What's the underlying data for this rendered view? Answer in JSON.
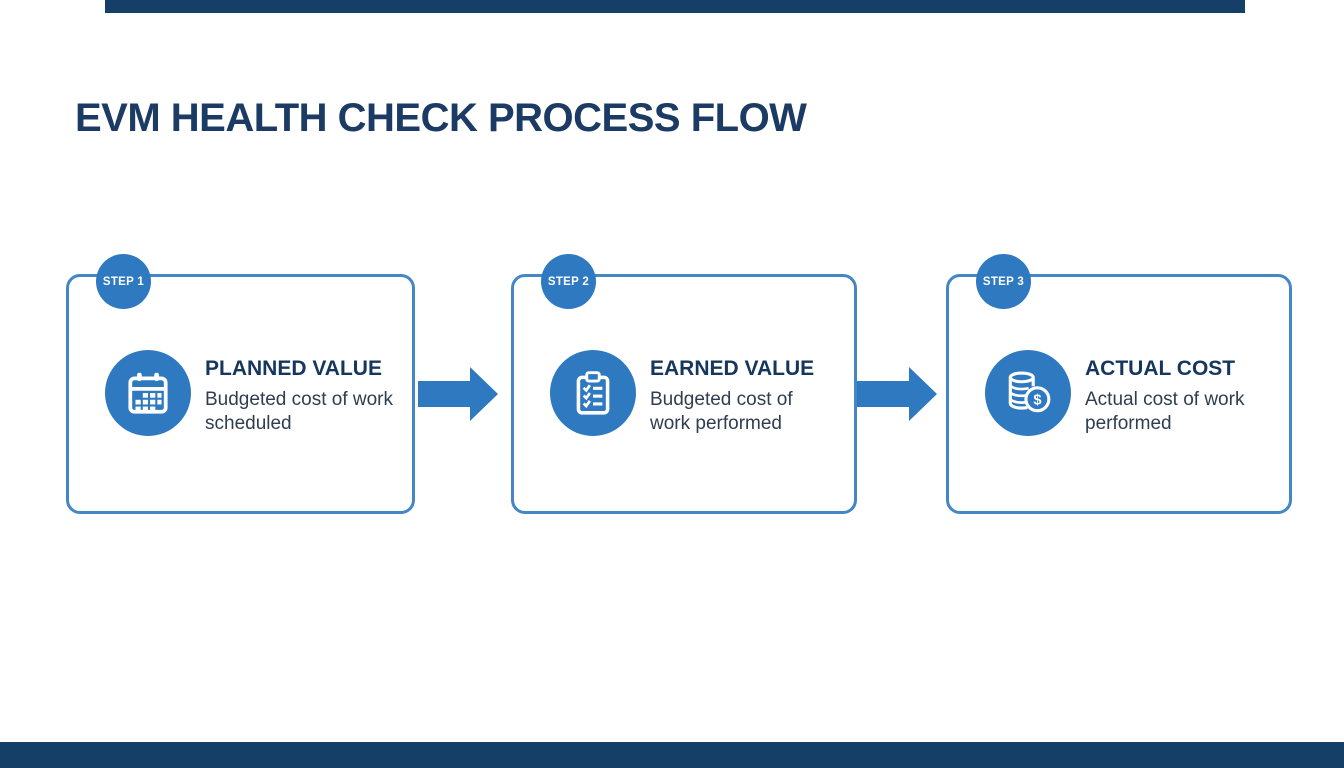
{
  "page": {
    "title": "EVM HEALTH CHECK PROCESS FLOW"
  },
  "colors": {
    "bar_navy": "#153f66",
    "accent_blue": "#2e79c0",
    "card_border_blue": "#4486c6",
    "title_navy": "#1c3b64",
    "card_title_navy": "#16365c",
    "body_text": "#2e3e50"
  },
  "steps": [
    {
      "badge": "STEP 1",
      "icon": "calendar-icon",
      "title": "PLANNED VALUE",
      "description": "Budgeted cost of work scheduled"
    },
    {
      "badge": "STEP 2",
      "icon": "clipboard-checklist-icon",
      "title": "EARNED VALUE",
      "description": "Budgeted cost of work performed"
    },
    {
      "badge": "STEP 3",
      "icon": "coins-dollar-icon",
      "title": "ACTUAL COST",
      "description": "Actual cost of work performed"
    }
  ]
}
